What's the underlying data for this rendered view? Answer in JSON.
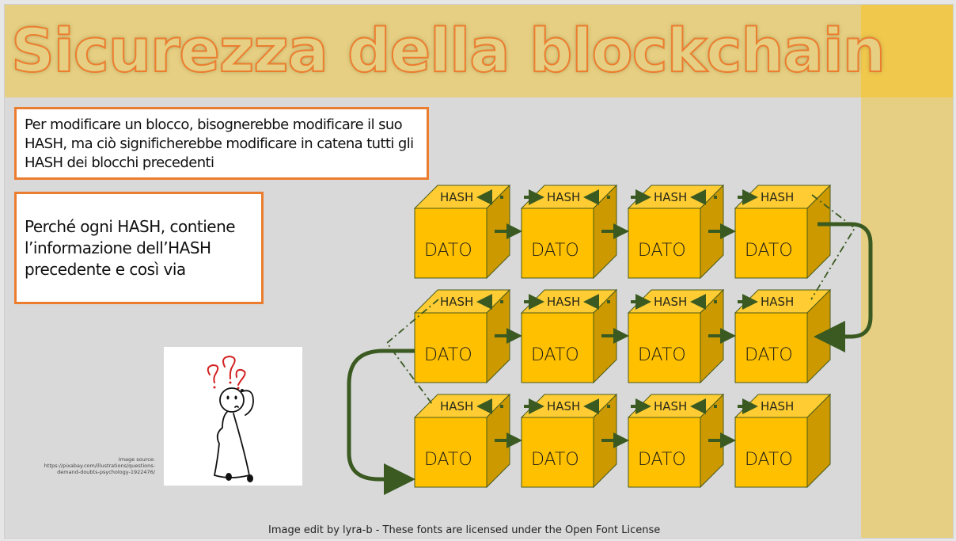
{
  "slide": {
    "title": "Sicurezza della blockchain",
    "box1_text": "Per modificare un blocco, bisognerebbe modificare il suo HASH, ma ciò significherebbe modificare in catena tutti gli HASH dei blocchi precedenti",
    "box2_text": "Perché ogni HASH, contiene l’informazione dell’HASH precedente e così via",
    "image_credit": "Image source: https://pixabay.com/illustrations/questions-demand-doubts-psychology-1922476/",
    "footer": "Image edit by lyra-b  - These fonts are licensed under the Open Font License"
  },
  "diagram": {
    "rows": 3,
    "cols": 4,
    "hash_label": "HASH",
    "data_label": "DATO",
    "colors": {
      "cube_front": "#ffc000",
      "cube_top": "#ffcd33",
      "cube_side": "#cc9a00",
      "cube_stroke": "#4a5a1a",
      "arrow": "#3b5a22",
      "title_stroke": "#ec7d2f",
      "header_bg": "#e6cf82",
      "accent_block": "#f0c84c"
    }
  }
}
